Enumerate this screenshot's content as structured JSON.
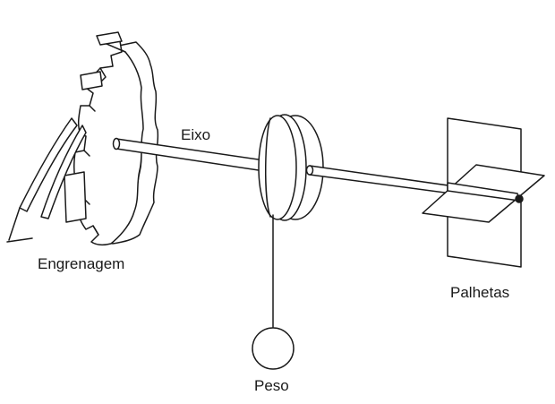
{
  "labels": {
    "gear": "Engrenagem",
    "axle": "Eixo",
    "weight": "Peso",
    "vanes": "Palhetas"
  },
  "colors": {
    "stroke": "#1a1a1a",
    "background": "#ffffff"
  }
}
